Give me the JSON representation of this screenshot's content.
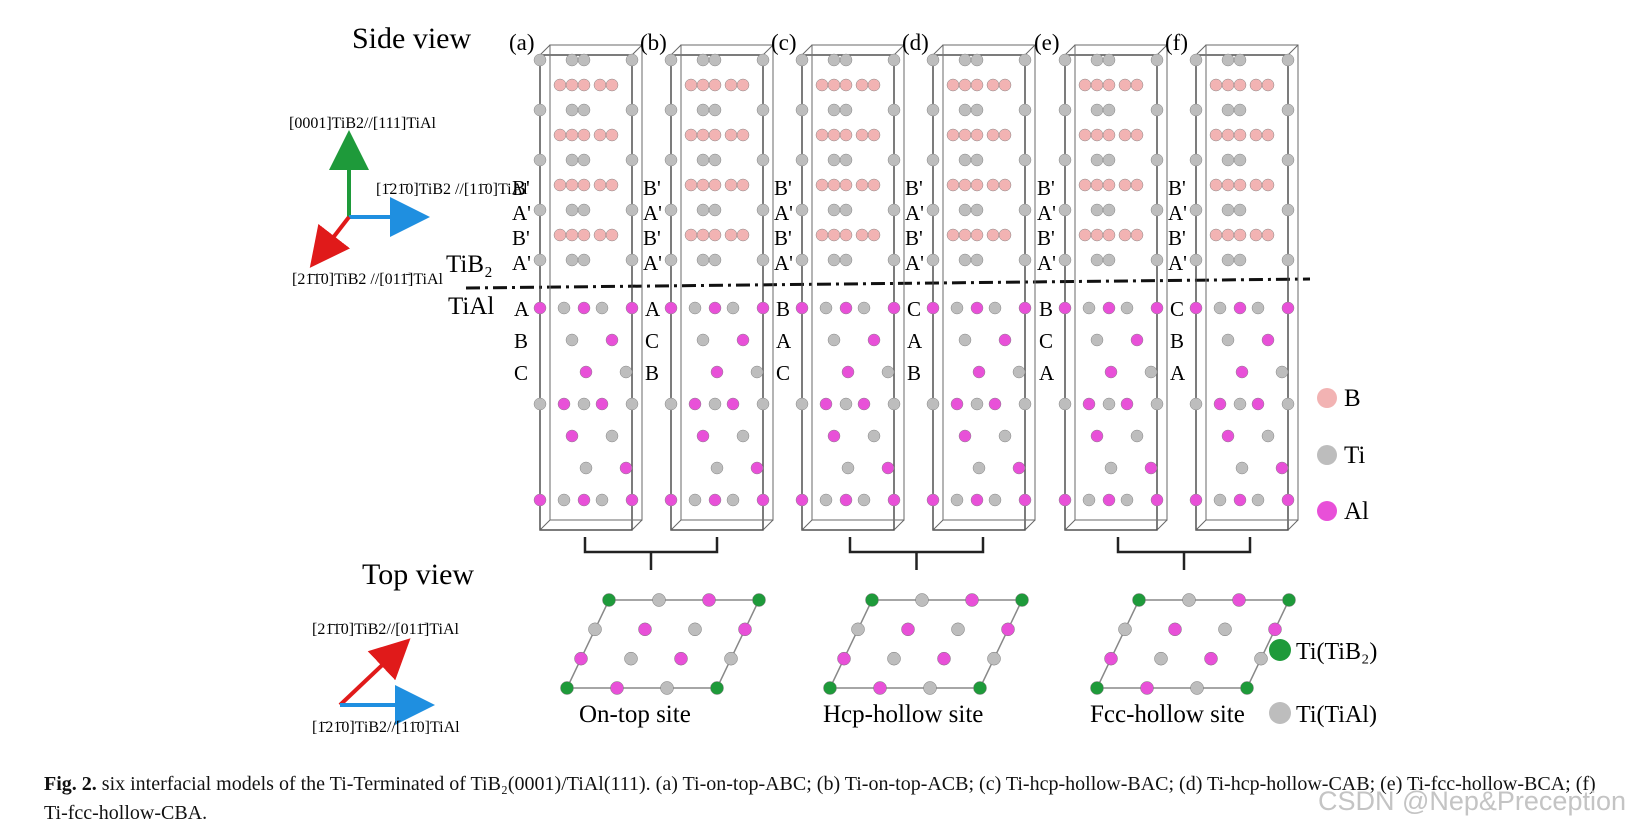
{
  "figure": {
    "side_view_title": "Side view",
    "top_view_title": "Top view",
    "panels": [
      "(a)",
      "(b)",
      "(c)",
      "(d)",
      "(e)",
      "(f)"
    ],
    "interface_labels": {
      "upper": "TiB₂",
      "lower": "TiAl"
    },
    "axes_side": {
      "up": "[0001]TiB2//[111]TiAl",
      "right": "[1̄21̄0]TiB2 //[11̄0]TiAl",
      "diag": "[21̄1̄0]TiB2 //[011̄]TiAl"
    },
    "axes_top": {
      "diag": "[21̄1̄0]TiB2//[011̄]TiAl",
      "right": "[1̄21̄0]TiB2//[11̄0]TiAl"
    },
    "stacking": {
      "upper": [
        "B'",
        "A'",
        "B'",
        "A'"
      ],
      "lower": [
        [
          "A",
          "B",
          "C"
        ],
        [
          "A",
          "C",
          "B"
        ],
        [
          "B",
          "A",
          "C"
        ],
        [
          "C",
          "A",
          "B"
        ],
        [
          "B",
          "C",
          "A"
        ],
        [
          "C",
          "B",
          "A"
        ]
      ]
    },
    "legend_atoms": [
      {
        "label": "B",
        "color": "#f2b3b3"
      },
      {
        "label": "Ti",
        "color": "#bdbdbd"
      },
      {
        "label": "Al",
        "color": "#e850d8"
      }
    ],
    "legend_top": [
      {
        "label": "Ti(TiB₂)",
        "color": "#1e9a3a"
      },
      {
        "label": "Ti(TiAl)",
        "color": "#bdbdbd"
      }
    ],
    "site_labels": [
      "On-top site",
      "Hcp-hollow site",
      "Fcc-hollow site"
    ]
  },
  "caption": {
    "lead": "Fig. 2.",
    "text": " six interfacial models of the Ti-Terminated of TiB₂(0001)/TiAl(111). (a) Ti-on-top-ABC; (b) Ti-on-top-ACB; (c) Ti-hcp-hollow-BAC; (d) Ti-hcp-hollow-CAB; (e) Ti-fcc-hollow-BCA; (f) Ti-fcc-hollow-CBA."
  },
  "watermark": "CSDN @Nep&Preception"
}
